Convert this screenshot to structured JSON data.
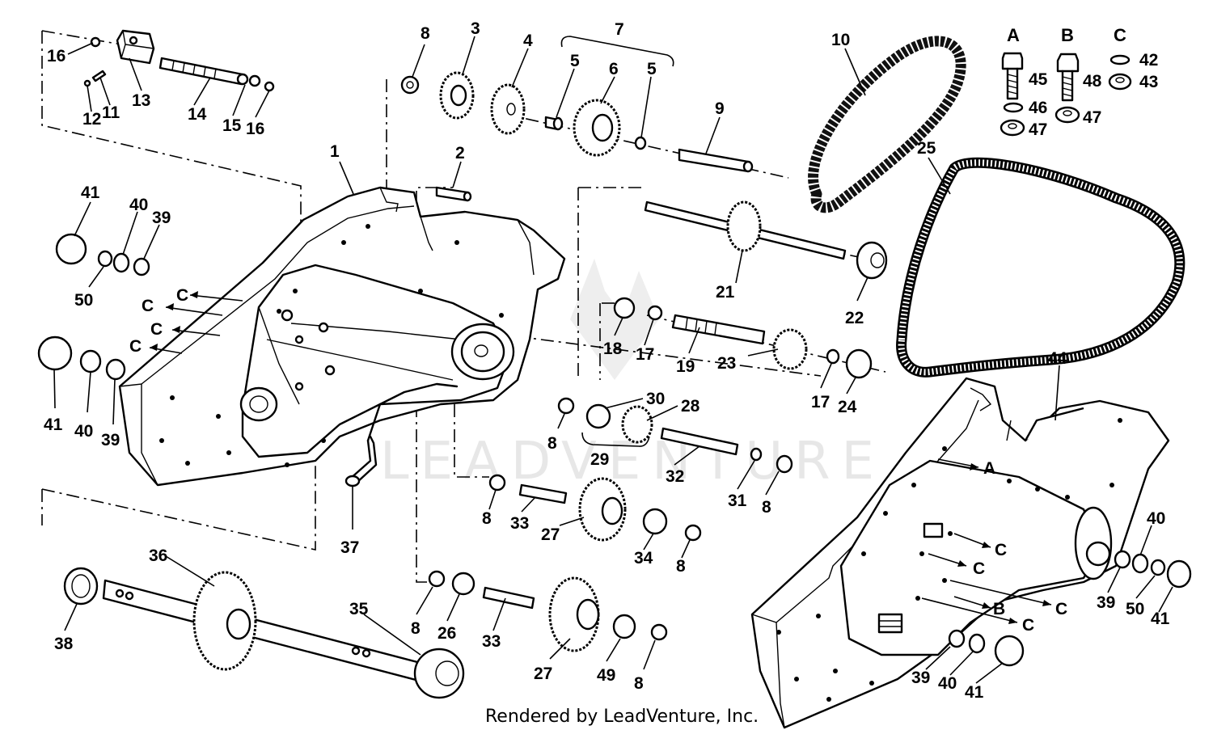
{
  "labels": {
    "l1": "1",
    "l2": "2",
    "l3": "3",
    "l4": "4",
    "l5a": "5",
    "l5b": "5",
    "l6": "6",
    "l7": "7",
    "l8a": "8",
    "l8b": "8",
    "l8c": "8",
    "l8d": "8",
    "l8e": "8",
    "l8f": "8",
    "l8g": "8",
    "l9": "9",
    "l10": "10",
    "l11": "11",
    "l12": "12",
    "l13": "13",
    "l14": "14",
    "l15": "15",
    "l16a": "16",
    "l16b": "16",
    "l17a": "17",
    "l17b": "17",
    "l18": "18",
    "l19": "19",
    "l21": "21",
    "l22": "22",
    "l23": "23",
    "l24": "24",
    "l25": "25",
    "l26": "26",
    "l27a": "27",
    "l27b": "27",
    "l28": "28",
    "l29": "29",
    "l30": "30",
    "l31": "31",
    "l32": "32",
    "l33a": "33",
    "l33b": "33",
    "l34": "34",
    "l35": "35",
    "l36": "36",
    "l37": "37",
    "l38": "38",
    "l39a": "39",
    "l39b": "39",
    "l39c": "39",
    "l39d": "39",
    "l40a": "40",
    "l40b": "40",
    "l40c": "40",
    "l40d": "40",
    "l41a": "41",
    "l41b": "41",
    "l41c": "41",
    "l41d": "41",
    "l42": "42",
    "l43": "43",
    "l44": "44",
    "l45": "45",
    "l46": "46",
    "l47a": "47",
    "l47b": "47",
    "l48": "48",
    "l49": "49",
    "l50a": "50",
    "l50b": "50"
  },
  "hardware_keys": {
    "a": "A",
    "b": "B",
    "c": "C"
  },
  "callouts": {
    "c1": "C",
    "c2": "C",
    "c3": "C",
    "c4": "C",
    "c5": "C",
    "c6": "C",
    "c7": "C",
    "c8": "C",
    "a1": "A",
    "b1": "B"
  },
  "watermark": "LEADVENTURE",
  "footer": "Rendered by LeadVenture, Inc."
}
